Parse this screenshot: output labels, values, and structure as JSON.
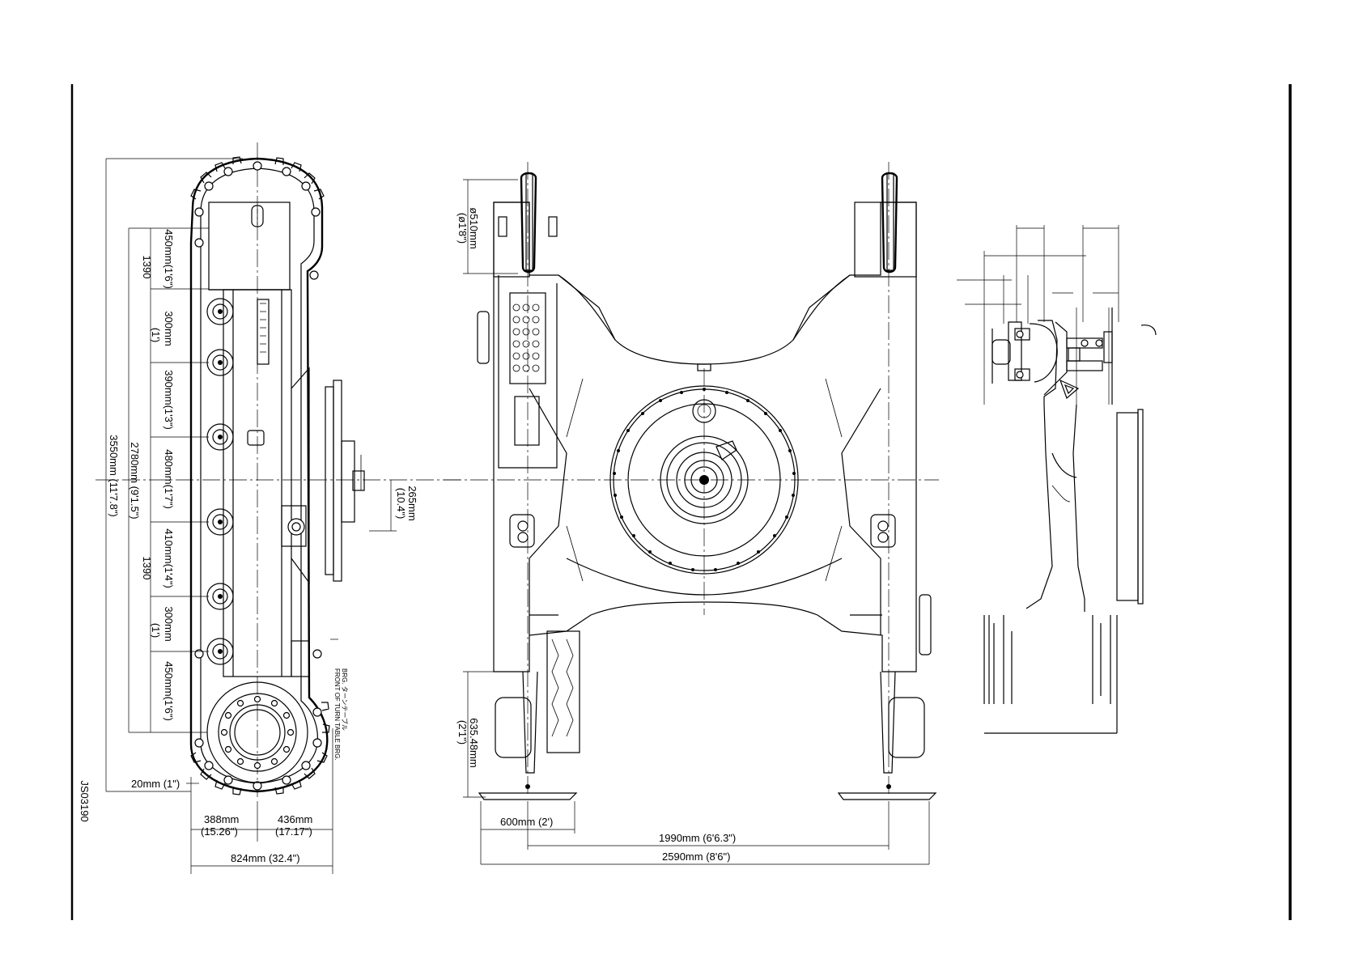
{
  "drawing_id": "JS03190",
  "side_view": {
    "dimensions": {
      "overall_length": "3550mm (11'7.8\")",
      "tumbler_distance": "2780mm (9'1.5\")",
      "upper_half": "1390",
      "lower_half": "1390",
      "pitch_1": "450mm(1'6\")",
      "pitch_2_a": "300mm",
      "pitch_2_b": "(1')",
      "pitch_3": "390mm(1'3\")",
      "pitch_4": "480mm(1'7\")",
      "pitch_5": "410mm(1'4\")",
      "pitch_6_a": "300mm",
      "pitch_6_b": "(1')",
      "pitch_7": "450mm(1'6\")",
      "offset_a": "265mm",
      "offset_b": "(10.4\")",
      "shoe_clearance": "20mm (1\")",
      "width_left_a": "388mm",
      "width_left_b": "(15.26\")",
      "width_right_a": "436mm",
      "width_right_b": "(17.17\")",
      "overall_width": "824mm (32.4\")"
    },
    "note_line_1": "BRG. ターンテーブル",
    "note_line_2": "FRONT OF TURN TABLE BRG."
  },
  "front_view": {
    "dimensions": {
      "idler_dia_a": "ø510mm",
      "idler_dia_b": "(ø1'8\")",
      "height_a": "635.48mm",
      "height_b": "(2'1\")",
      "shoe_width": "600mm (2')",
      "track_gauge": "1990mm (6'6.3\")",
      "overall_width": "2590mm (8'6\")"
    }
  }
}
